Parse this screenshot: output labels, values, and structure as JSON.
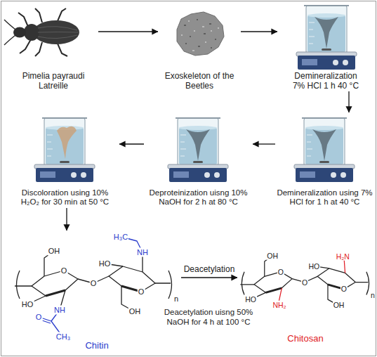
{
  "diagram": {
    "nodes": [
      {
        "text": [
          "Pimelia payraudi Latreille"
        ]
      },
      {
        "text": [
          "Exoskeleton of the Beetles"
        ]
      },
      {
        "text": [
          "Demineralization 7% HCl 1 h 40 °C"
        ]
      },
      {
        "text": [
          "Demineralization using 7% HCl for 1 h at 40 °C"
        ]
      },
      {
        "text": [
          "Deproteinization uisng 10% NaOH for 2 h at 80 °C"
        ]
      },
      {
        "text": [
          "Discoloration using 10% H₂O₂ for 30 min at 50 °C"
        ]
      },
      {
        "text": [
          "Chitin"
        ]
      },
      {
        "text": [
          "Chitosan"
        ]
      }
    ],
    "edges": [
      {
        "from": 0,
        "to": 1,
        "arrow": "to"
      },
      {
        "from": 1,
        "to": 2,
        "arrow": "to"
      },
      {
        "from": 2,
        "to": 3,
        "arrow": "to"
      },
      {
        "from": 3,
        "to": 4,
        "arrow": "to"
      },
      {
        "from": 4,
        "to": 5,
        "arrow": "to"
      },
      {
        "from": 5,
        "to": 6,
        "arrow": "to"
      },
      {
        "from": 6,
        "to": 7,
        "label": "Deacetylation",
        "arrow": "to"
      }
    ],
    "labels": [
      "OH",
      "O",
      "HO",
      "NH",
      "O",
      "CH₃",
      "O",
      "O",
      "HO",
      "NH",
      "H₃C",
      "OH",
      "n",
      "Deacetylation uisng 50% NaOH for 4 h at 100 °C",
      "OH",
      "O",
      "HO",
      "NH₂",
      "O",
      "O",
      "HO",
      "H₂N",
      "OH",
      "n"
    ]
  }
}
